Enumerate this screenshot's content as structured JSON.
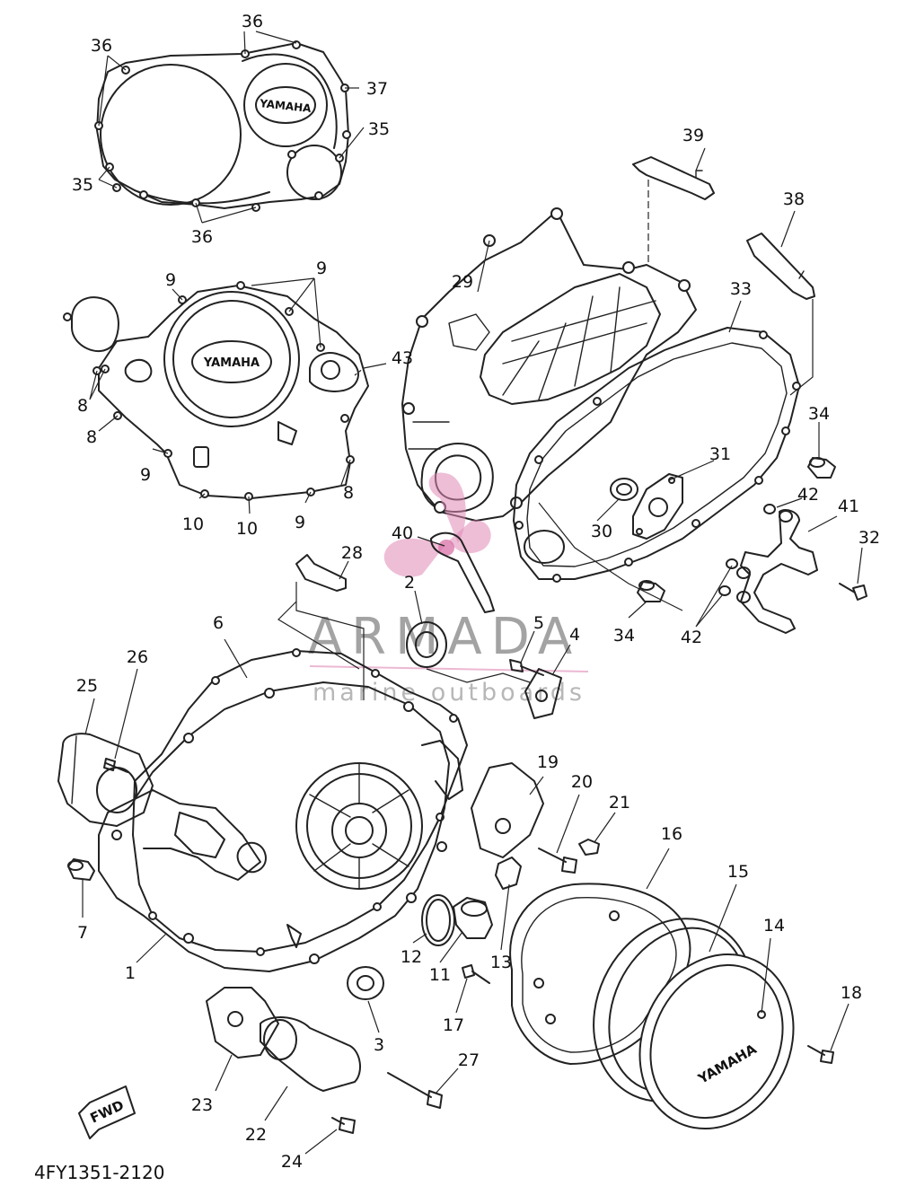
{
  "diagram_code": "4FY1351-2120",
  "brand_labels": {
    "gasket_cover": "YAMAHA",
    "clutch_cover": "YAMAHA",
    "crankcase_cover": "YAMAHA"
  },
  "fwd_label": "FWD",
  "watermark": {
    "title": "ARMADA",
    "subtitle": "marine outboards",
    "color": "#e089b6"
  },
  "callouts": {
    "c1": "1",
    "c2": "2",
    "c3": "3",
    "c4": "4",
    "c5": "5",
    "c6": "6",
    "c7": "7",
    "c8a": "8",
    "c8b": "8",
    "c8c": "8",
    "c9a": "9",
    "c9b": "9",
    "c9c": "9",
    "c9d": "9",
    "c10a": "10",
    "c10b": "10",
    "c11": "11",
    "c12": "12",
    "c13": "13",
    "c14": "14",
    "c15": "15",
    "c16": "16",
    "c17": "17",
    "c18": "18",
    "c19": "19",
    "c20": "20",
    "c21": "21",
    "c22": "22",
    "c23": "23",
    "c24": "24",
    "c25": "25",
    "c26": "26",
    "c27": "27",
    "c28": "28",
    "c29": "29",
    "c30": "30",
    "c31": "31",
    "c32": "32",
    "c33": "33",
    "c34a": "34",
    "c34b": "34",
    "c35a": "35",
    "c35b": "35",
    "c36a": "36",
    "c36b": "36",
    "c36c": "36",
    "c37": "37",
    "c38": "38",
    "c39": "39",
    "c40": "40",
    "c41": "41",
    "c42a": "42",
    "c42b": "42",
    "c43": "43"
  }
}
